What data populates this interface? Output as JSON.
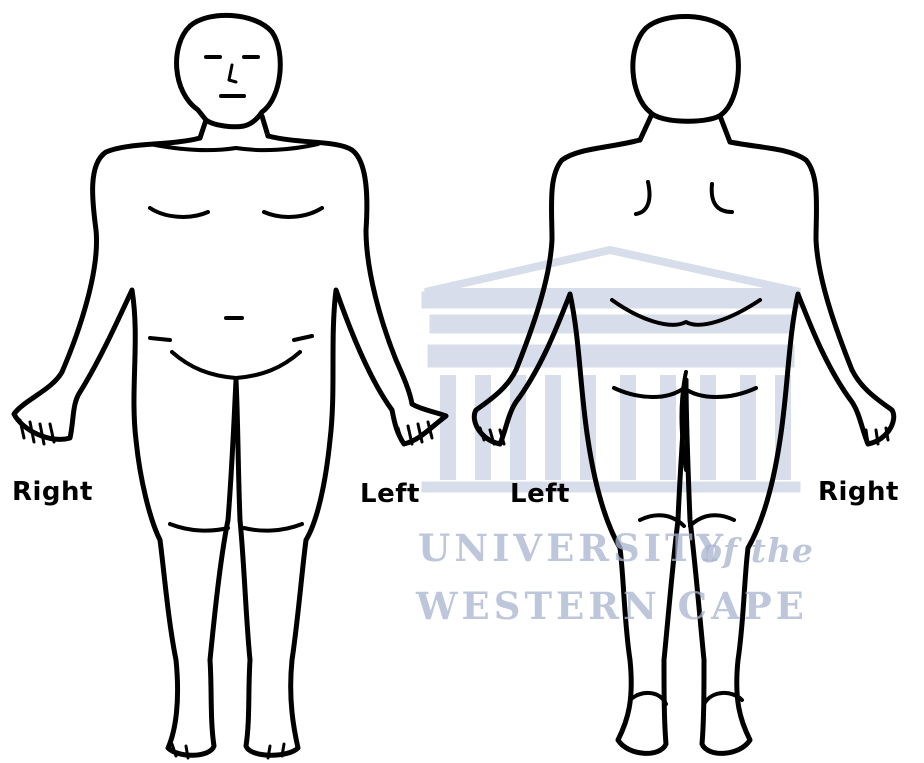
{
  "labels": {
    "front_right": "Right",
    "front_left": "Left",
    "back_left": "Left",
    "back_right": "Right"
  },
  "watermark": {
    "line1": "UNIVERSITY",
    "line1_tail": "of the",
    "line2": "WESTERN CAPE",
    "color": "#a9b3cf"
  },
  "colors": {
    "outline": "#000000",
    "background": "#ffffff"
  }
}
